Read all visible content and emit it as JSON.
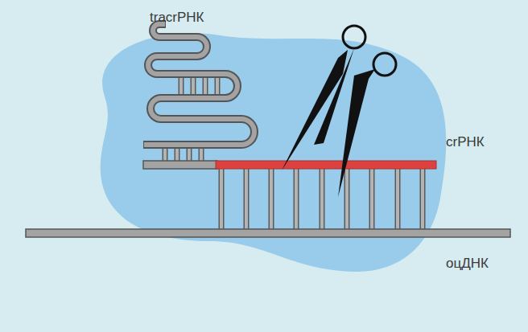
{
  "diagram": {
    "labels": [
      "tracrРНК",
      "crРНК",
      "оцДНК"
    ]
  }
}
